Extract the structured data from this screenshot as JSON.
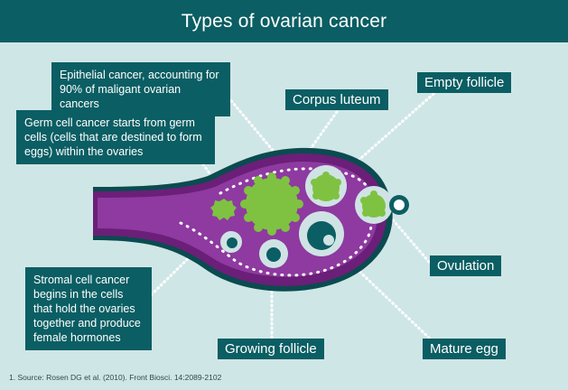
{
  "title": "Types of ovarian cancer",
  "callouts": {
    "epithelial": "Epithelial cancer, accounting for 90% of maligant ovarian cancers",
    "germ_cell": "Germ cell cancer starts from germ cells (cells that are destined to form eggs) within the ovaries",
    "stromal": "Stromal cell cancer begins in the cells that hold the ovaries together and produce female hormones"
  },
  "labels": {
    "corpus_luteum": "Corpus luteum",
    "empty_follicle": "Empty follicle",
    "ovulation": "Ovulation",
    "growing_follicle": "Growing follicle",
    "mature_egg": "Mature egg"
  },
  "source": "1. Source: Rosen DG et al. (2010). Front Biosci. 14:2089-2102",
  "colors": {
    "header": "#0b5e63",
    "background": "#cfe6e6",
    "ovary_outer": "#6b1f78",
    "ovary_inner": "#8e3aa0",
    "cell_green": "#7fc241",
    "follicle_ring": "#cfe3e4"
  }
}
